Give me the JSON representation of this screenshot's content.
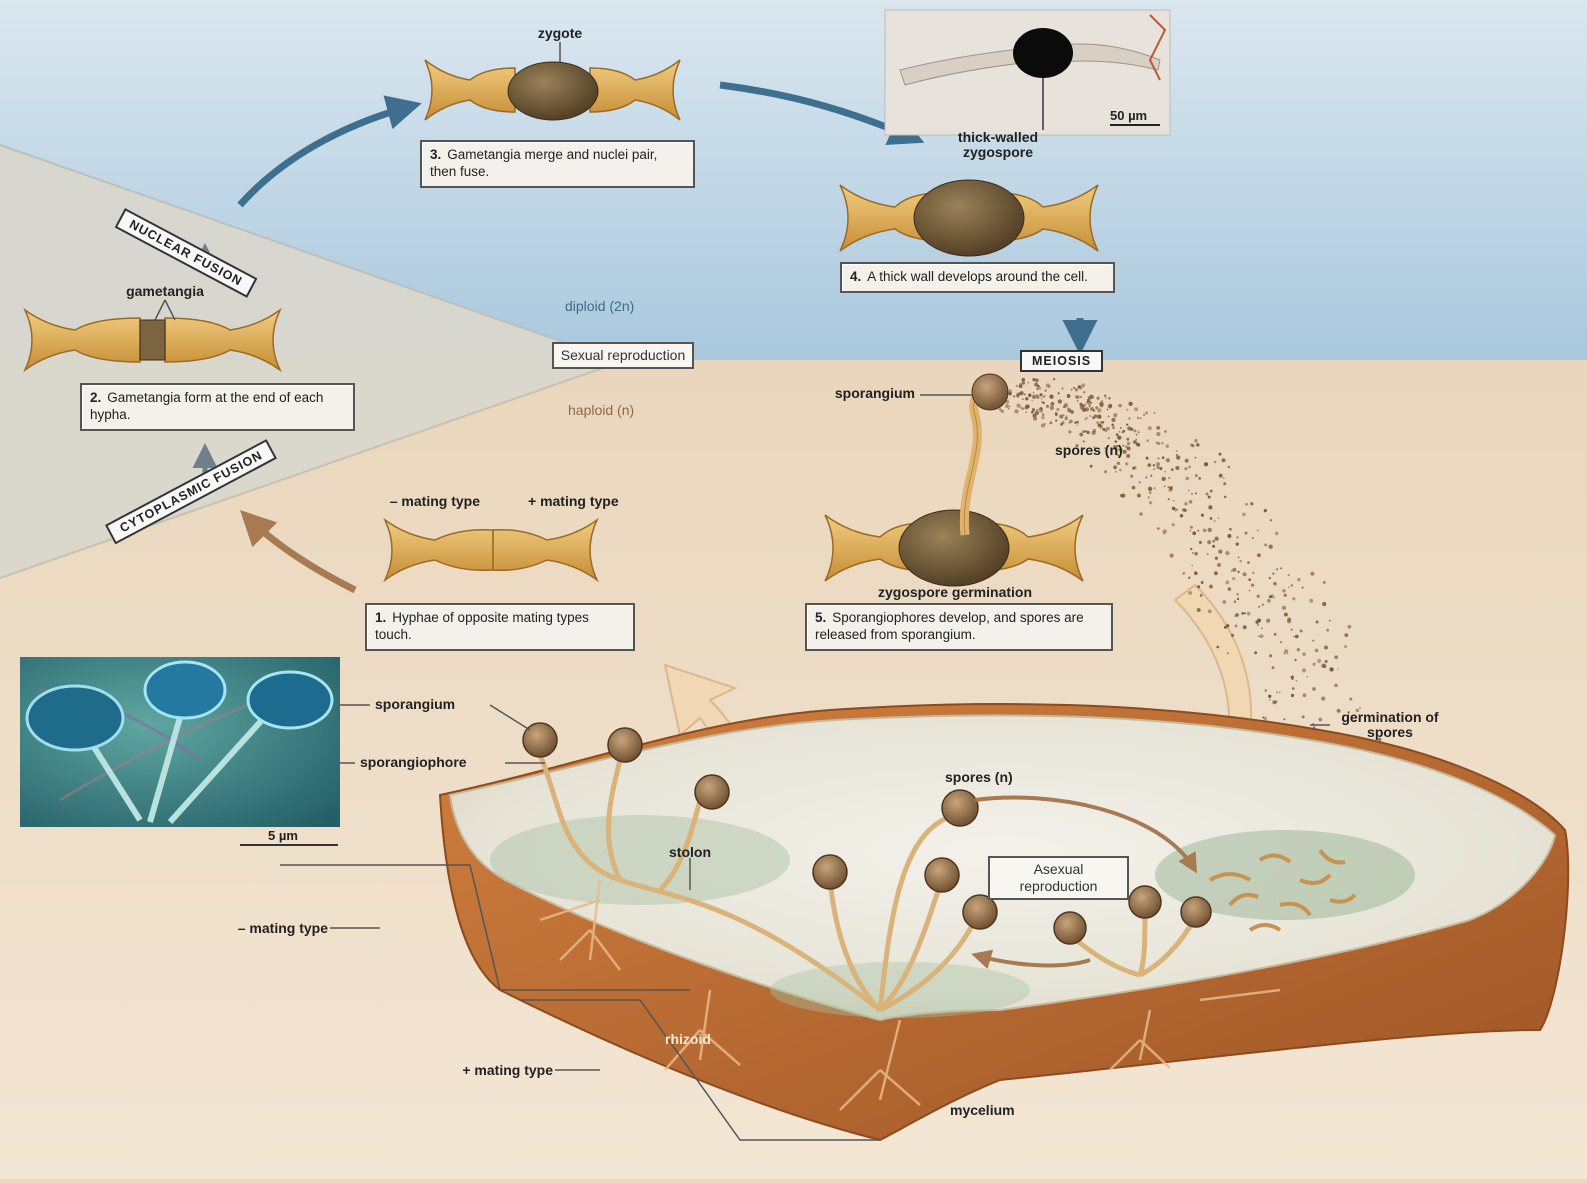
{
  "diagram": {
    "steps": {
      "s1": {
        "num": "1.",
        "text": "Hyphae of opposite mating types touch."
      },
      "s2": {
        "num": "2.",
        "text": "Gametangia form at the end of each hypha."
      },
      "s3": {
        "num": "3.",
        "text": "Gametangia merge and nuclei pair, then fuse."
      },
      "s4": {
        "num": "4.",
        "text": "A thick wall develops around the cell."
      },
      "s5": {
        "num": "5.",
        "text": "Sporangiophores develop, and spores are released from sporangium."
      }
    },
    "banners": {
      "nuclear_fusion": "NUCLEAR FUSION",
      "cytoplasmic_fusion": "CYTOPLASMIC FUSION",
      "meiosis": "MEIOSIS"
    },
    "phases": {
      "diploid": "diploid (2n)",
      "haploid": "haploid (n)",
      "sexual": "Sexual reproduction",
      "asexual": "Asexual reproduction"
    },
    "labels": {
      "zygote": "zygote",
      "gametangia": "gametangia",
      "thick_walled_zygospore": "thick-walled zygospore",
      "minus_mating_type_top": "– mating type",
      "plus_mating_type_top": "+ mating type",
      "sporangium_top": "sporangium",
      "spores_top": "spores (n)",
      "zygospore_germination": "zygospore germination",
      "sporangium_photo": "sporangium",
      "sporangiophore": "sporangiophore",
      "stolon": "stolon",
      "spores_mid": "spores (n)",
      "germination_of_spores": "germination of spores",
      "minus_mating_type_bottom": "– mating type",
      "plus_mating_type_bottom": "+ mating type",
      "rhizoid": "rhizoid",
      "mycelium": "mycelium"
    },
    "scale_bars": {
      "micrograph_top": "50 µm",
      "micrograph_bottom": "5 µm"
    },
    "colors": {
      "sky_top": "#c9dbe8",
      "diploid_region": "#a9c8de",
      "haploid_region": "#e6d3b9",
      "sexual_zone": "#d8d6cc",
      "arrow_diploid": "#3f6f8f",
      "arrow_haploid": "#a77a52",
      "gametangium": "#e2b057",
      "zygospore": "#6b5536",
      "bread_crust": "#b96a34",
      "bread_crumb": "#efeee6",
      "mold": "#9bb59a"
    }
  }
}
